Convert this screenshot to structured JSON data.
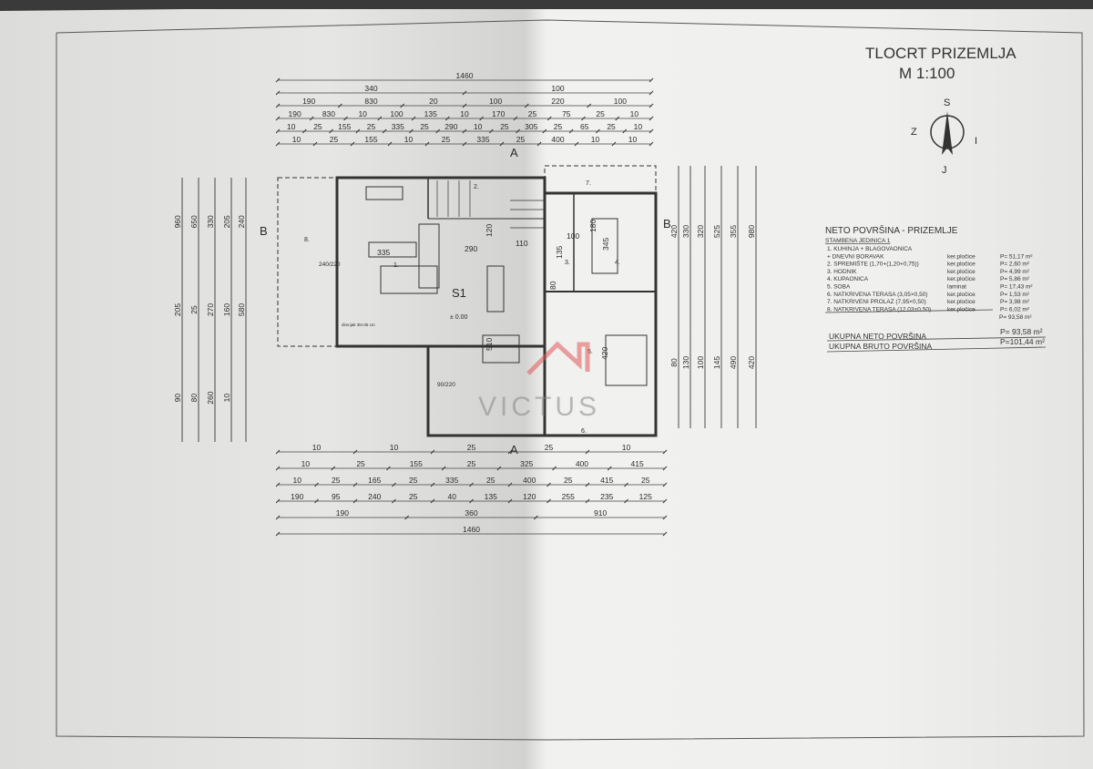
{
  "title": {
    "line1": "TLOCRT PRIZEMLJA",
    "line2": "M 1:100"
  },
  "compass": {
    "s": "S",
    "z": "Z",
    "i": "I",
    "j": "J"
  },
  "sections": {
    "a": "A",
    "b": "B"
  },
  "plan": {
    "s1": "S1",
    "level": "± 0.00",
    "rooms": [
      "1.",
      "2.",
      "3.",
      "4.",
      "5.",
      "6.",
      "7.",
      "8."
    ],
    "chimney": "dimnjak 35×35 cm",
    "inner_dims": [
      "335",
      "290",
      "110",
      "100",
      "135",
      "120",
      "510",
      "420",
      "345",
      "180",
      "80",
      "240/220",
      "90/220"
    ]
  },
  "dims_top": [
    [
      "1460"
    ],
    [
      "340",
      "100"
    ],
    [
      "190",
      "830",
      "20",
      "100",
      "220",
      "100"
    ],
    [
      "190",
      "830",
      "10",
      "100",
      "135",
      "10",
      "170",
      "25",
      "75",
      "25",
      "10"
    ],
    [
      "10",
      "25",
      "155",
      "25",
      "335",
      "25",
      "290",
      "10",
      "25",
      "305",
      "25",
      "65",
      "25",
      "10"
    ],
    [
      "10",
      "25",
      "155",
      "10",
      "25",
      "335",
      "25",
      "400",
      "10",
      "10"
    ]
  ],
  "dims_bottom": [
    [
      "10",
      "10",
      "25",
      "25",
      "10"
    ],
    [
      "10",
      "25",
      "155",
      "25",
      "325",
      "400",
      "415"
    ],
    [
      "10",
      "25",
      "165",
      "25",
      "335",
      "25",
      "400",
      "25",
      "415",
      "25"
    ],
    [
      "190",
      "95",
      "240",
      "25",
      "40",
      "135",
      "120",
      "255",
      "235",
      "125"
    ],
    [
      "190",
      "360",
      "910"
    ],
    [
      "1460"
    ]
  ],
  "dims_left": [
    "960",
    "650",
    "330",
    "205",
    "240",
    "205",
    "25",
    "270",
    "160",
    "580",
    "90",
    "80",
    "260",
    "10"
  ],
  "dims_right": [
    "980",
    "355",
    "525",
    "320",
    "330",
    "420",
    "420",
    "490",
    "145",
    "100",
    "130",
    "80"
  ],
  "table": {
    "heading": "NETO POVRŠINA - PRIZEMLJE",
    "unit": "STAMBENA JEDINICA 1",
    "rows": [
      {
        "name": "1. KUHINJA + BLAGOVAONICA",
        "material": "",
        "area": ""
      },
      {
        "name": "+ DNEVNI BORAVAK",
        "material": "ker.pločice",
        "area": "P= 51,17 m²"
      },
      {
        "name": "2. SPREMIŠTE (1,70+(1,20+0,75))",
        "material": "ker.pločice",
        "area": "P= 2,60 m²"
      },
      {
        "name": "3. HODNIK",
        "material": "ker.pločice",
        "area": "P= 4,99 m²"
      },
      {
        "name": "4. KUPAONICA",
        "material": "ker.pločice",
        "area": "P= 5,86 m²"
      },
      {
        "name": "5. SOBA",
        "material": "laminat",
        "area": "P= 17,43 m²"
      },
      {
        "name": "6. NATKRIVENA TERASA (3,05×0,50)",
        "material": "ker.pločice",
        "area": "P= 1,53 m²"
      },
      {
        "name": "7. NATKRIVENI PROLAZ (7,95×0,50)",
        "material": "ker.pločice",
        "area": "P= 3,98 m²"
      },
      {
        "name": "8. NATKRIVENA TERASA (12,03×0,50)",
        "material": "ker.pločice",
        "area": "P= 6,02 m²"
      }
    ],
    "subtotal": "P= 93,58 m²",
    "neto_label": "UKUPNA NETO POVRŠINA",
    "neto_value": "P= 93,58 m²",
    "bruto_label": "UKUPNA BRUTO POVRŠINA",
    "bruto_value": "P=101,44 m²"
  },
  "watermark": "VICTUS",
  "colors": {
    "paper": "#e9e9e7",
    "ink": "#2a2a2a",
    "watermark": "#e05a5a"
  }
}
